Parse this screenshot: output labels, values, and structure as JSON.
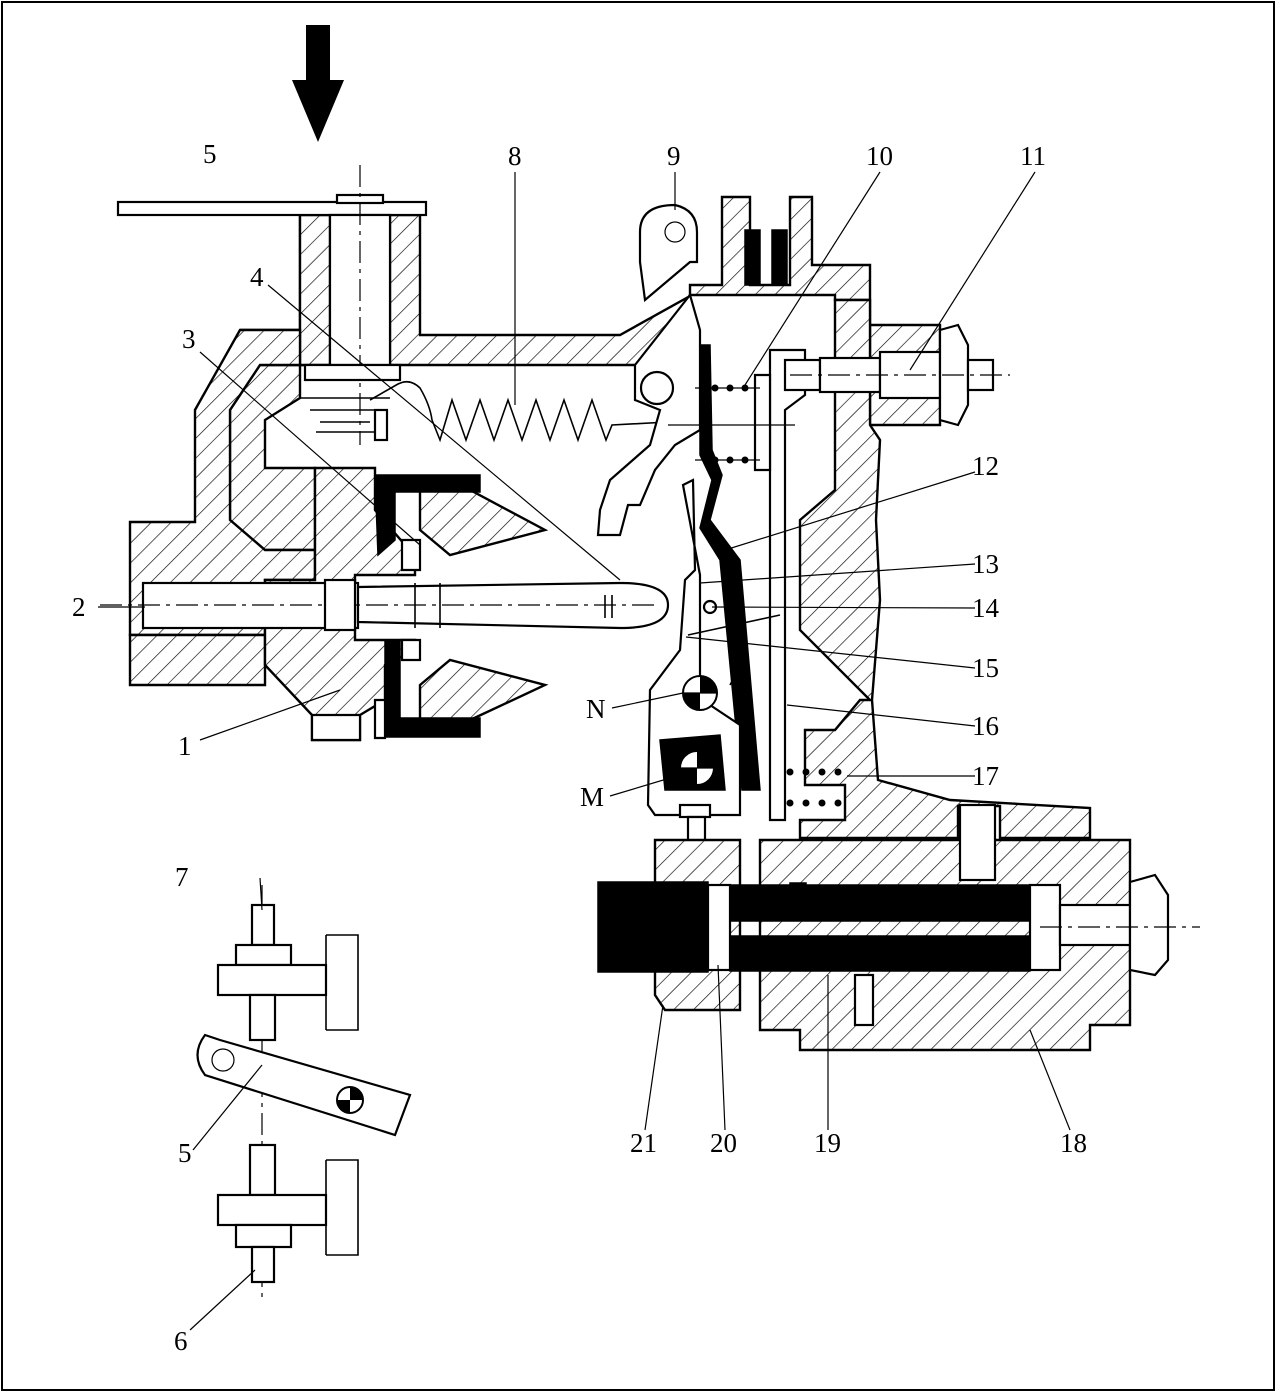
{
  "labels": {
    "l1": "1",
    "l2": "2",
    "l3": "3",
    "l4": "4",
    "l5a": "5",
    "l5b": "5",
    "l6": "6",
    "l7": "7",
    "l8": "8",
    "l9": "9",
    "l10": "10",
    "l11": "11",
    "l12": "12",
    "l13": "13",
    "l14": "14",
    "l15": "15",
    "l16": "16",
    "l17": "17",
    "l18": "18",
    "l19": "19",
    "l20": "20",
    "l21": "21",
    "lN": "N",
    "lM": "M"
  },
  "icons": {
    "force_arrow": "down-arrow-icon",
    "pivot_marker": "pivot-crosshair-icon"
  }
}
